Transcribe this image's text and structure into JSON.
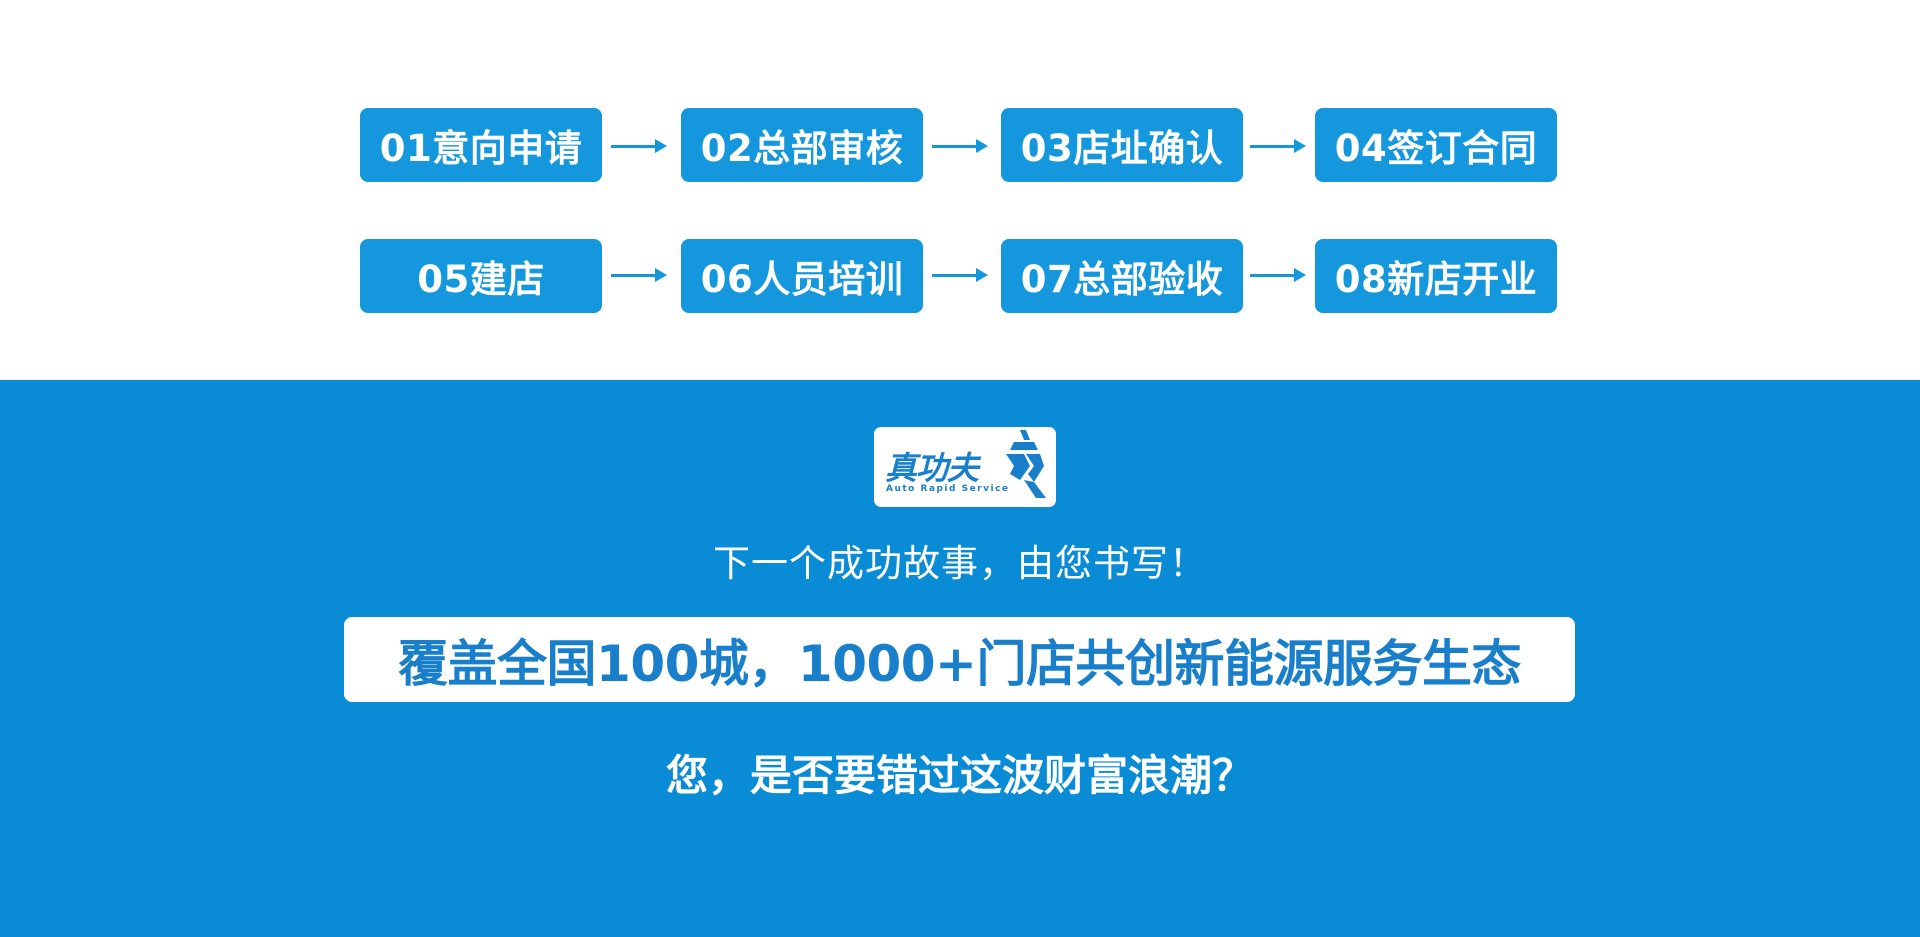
{
  "steps": [
    {
      "label": "01意向申请"
    },
    {
      "label": "02总部审核"
    },
    {
      "label": "03店址确认"
    },
    {
      "label": "04签订合同"
    },
    {
      "label": "05建店"
    },
    {
      "label": "06人员培训"
    },
    {
      "label": "07总部验收"
    },
    {
      "label": "08新店开业"
    }
  ],
  "logo": {
    "name": "真功夫",
    "subtitle": "Auto Rapid Service",
    "emblem_icon": "wrench-shield-icon"
  },
  "tagline": "下一个成功故事，由您书写！",
  "highlight": "覆盖全国100城，1000+门店共创新能源服务生态",
  "question": "您，是否要错过这波财富浪潮？",
  "colors": {
    "step_blue": "#1497dc",
    "band_blue": "#0a8bd6",
    "logo_blue": "#1a7fcb",
    "white": "#ffffff"
  }
}
